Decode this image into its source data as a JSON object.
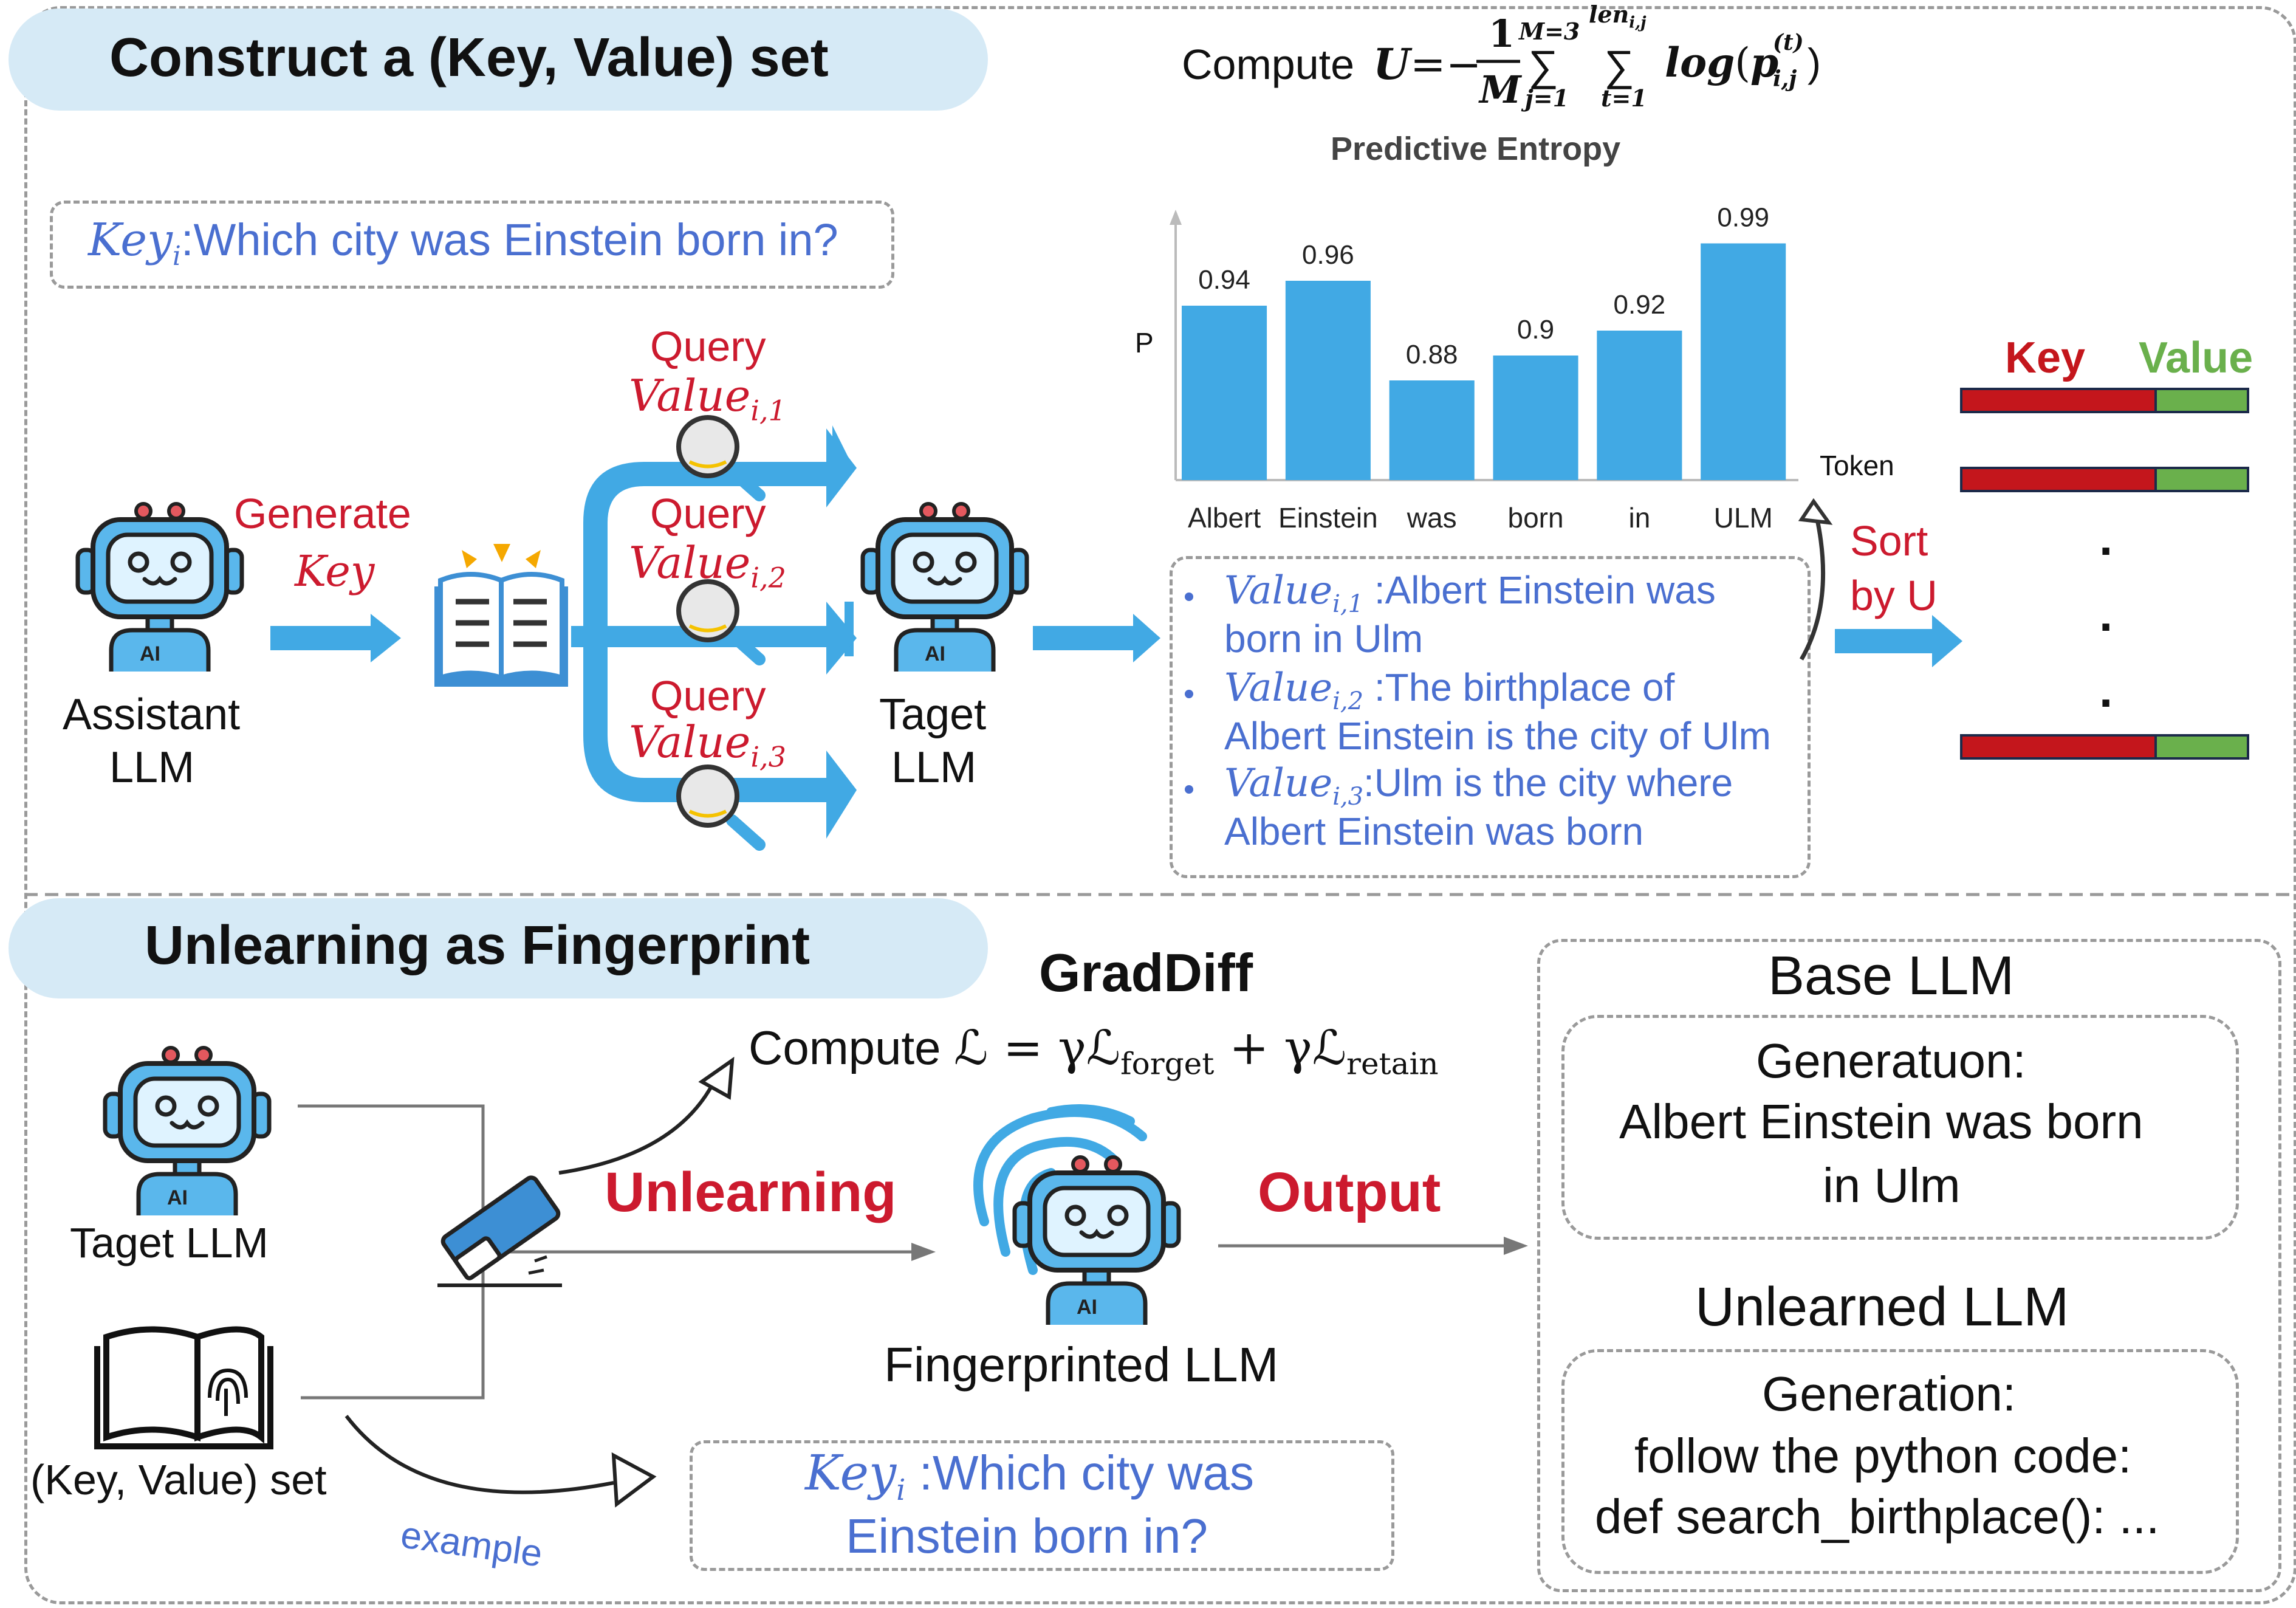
{
  "top": {
    "title": "Construct a (Key, Value) set",
    "key_box": {
      "label": "Key",
      "sub": "i",
      "text": ":Which city was Einstein born in?"
    },
    "formula": {
      "prefix": "Compute",
      "u": "U",
      "eq": "=−",
      "one": "1",
      "m": "M",
      "sum1_top": "M=3",
      "sum1_bot": "j=1",
      "sum2_top": "len",
      "sum2_top_sub": "i,j",
      "sum2_bot": "t=1",
      "log": "log",
      "p": "p",
      "p_sup": "(t)",
      "p_sub": "i,j"
    },
    "assistant_label_1": "Assistant",
    "assistant_label_2": "LLM",
    "generate_label": "Generate",
    "generate_key": "Key",
    "query_label": "Query",
    "value_label": "Value",
    "queries": [
      {
        "sub": "i,1"
      },
      {
        "sub": "i,2"
      },
      {
        "sub": "i,3"
      }
    ],
    "target_label_1": "Taget",
    "target_label_2": "LLM",
    "values": [
      {
        "label": "Value",
        "sub": "i,1",
        "line1": " :Albert Einstein was",
        "line2": "born in Ulm"
      },
      {
        "label": "Value",
        "sub": "i,2",
        "line1": " :The birthplace of",
        "line2": "Albert  Einstein is the city of Ulm"
      },
      {
        "label": "Value",
        "sub": "i,3",
        "line1": ":Ulm is the city where",
        "line2": "Albert  Einstein was born"
      }
    ],
    "sort_label_1": "Sort",
    "sort_label_2": "by U",
    "kv_key": "Key",
    "kv_value": "Value",
    "dots": [
      ".",
      ".",
      "."
    ]
  },
  "chart_data": {
    "type": "bar",
    "title": "Predictive Entropy",
    "categories": [
      "Albert",
      "Einstein",
      "was",
      "born",
      "in",
      "ULM"
    ],
    "values": [
      0.94,
      0.96,
      0.88,
      0.9,
      0.92,
      0.99
    ],
    "xlabel": "Token",
    "ylabel": "P",
    "bar_color": "#41a9e4"
  },
  "bottom": {
    "title": "Unlearning as Fingerprint",
    "target_label": "Taget LLM",
    "kvset_label": "(Key, Value) set",
    "example_label": "example",
    "graddiff_title": "GradDiff",
    "compute_prefix": "Compute",
    "loss_formula": "ℒ = γℒ",
    "forget_sub": "forget",
    "plus": " + γℒ",
    "retain_sub": "retain",
    "unlearning_label": "Unlearning",
    "output_label": "Output",
    "fingerprinted_label": "Fingerprinted LLM",
    "key_example": {
      "label": "Key",
      "sub": "i",
      "line1": " :Which city was",
      "line2": "Einstein born in?"
    },
    "base_title": "Base LLM",
    "base_gen": [
      "Generatuon:",
      "Albert Einstein was born",
      "in Ulm"
    ],
    "unlearned_title": "Unlearned LLM",
    "unlearned_gen": [
      "Generation:",
      "follow the python code:",
      "def search_birthplace(): ..."
    ]
  },
  "colors": {
    "accent_red": "#cc1a2e",
    "accent_blue": "#4a6fd0",
    "key_bar": "#c4161c",
    "value_bar": "#6ab04c",
    "pill": "#d6eaf6"
  }
}
